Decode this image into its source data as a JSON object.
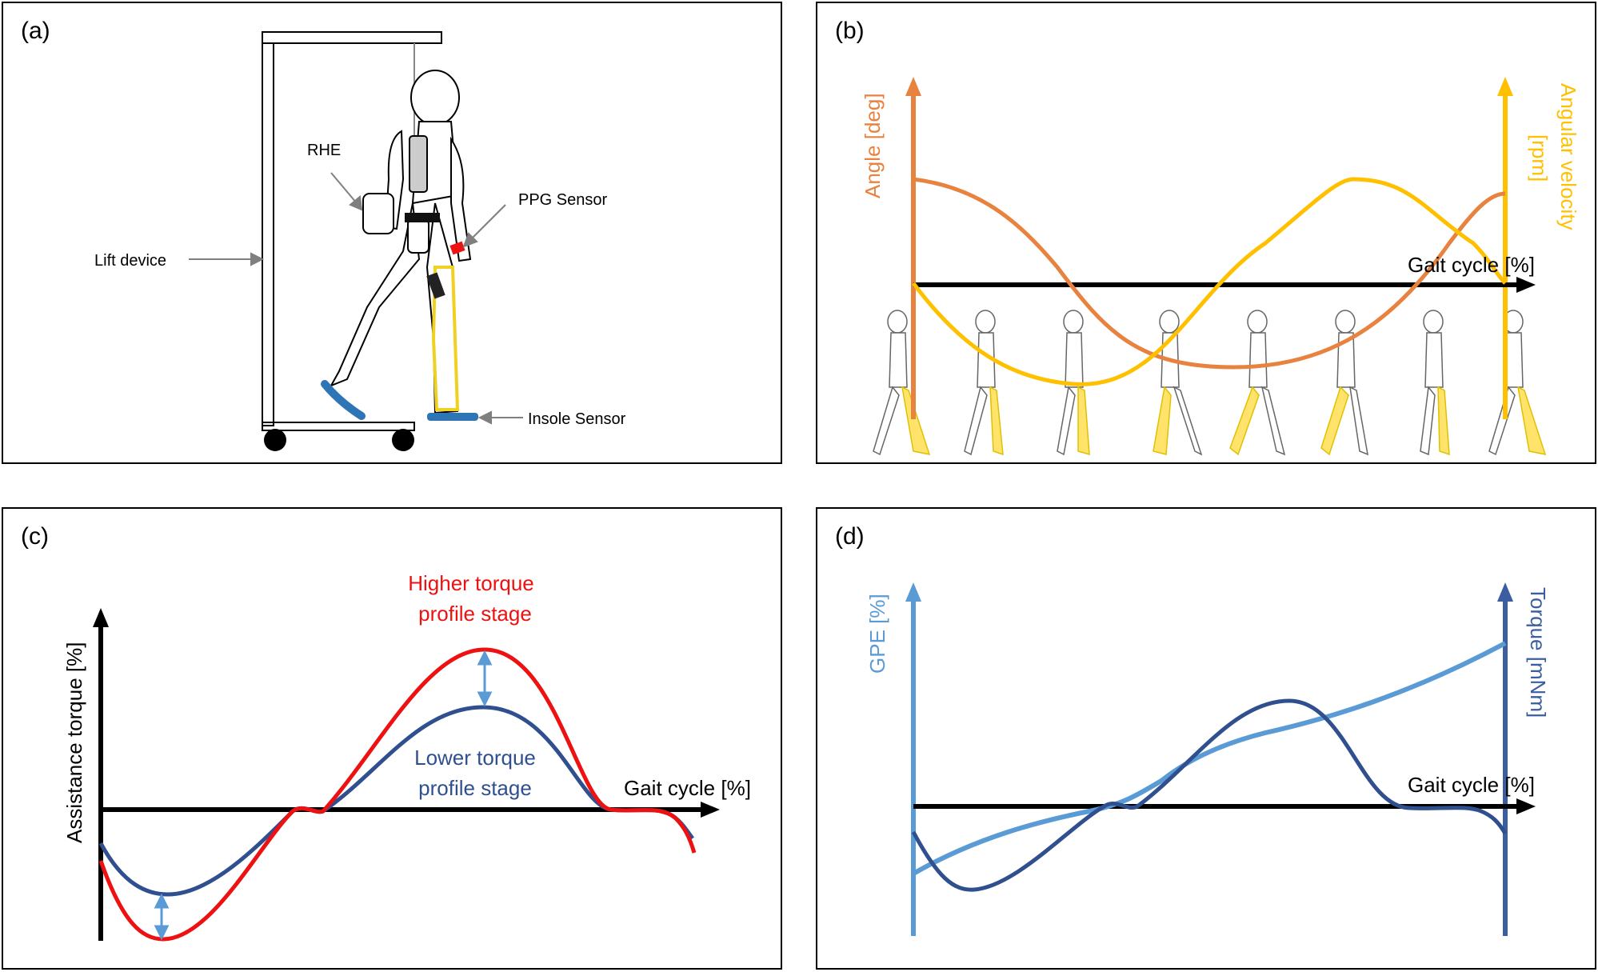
{
  "panels": {
    "a": {
      "label": "(a)",
      "callouts": {
        "rhe": "RHE",
        "ppg": "PPG Sensor",
        "lift": "Lift device",
        "insole": "Insole Sensor"
      }
    },
    "b": {
      "label": "(b)",
      "y_left": "Angle [deg]",
      "y_right_line1": "Angular velocity",
      "y_right_line2": "[rpm]",
      "x_axis": "Gait cycle [%]",
      "colors": {
        "angle": "#e8823f",
        "velocity": "#ffc000"
      }
    },
    "c": {
      "label": "(c)",
      "y_axis": "Assistance torque [%]",
      "x_axis": "Gait cycle [%]",
      "higher_line1": "Higher torque",
      "higher_line2": "profile stage",
      "lower_line1": "Lower torque",
      "lower_line2": "profile stage",
      "colors": {
        "higher": "#ee1111",
        "lower": "#2f4f8f",
        "arrow": "#5b9bd5"
      }
    },
    "d": {
      "label": "(d)",
      "y_left": "GPE [%]",
      "y_right": "Torque [mNm]",
      "x_axis": "Gait cycle [%]",
      "colors": {
        "gpe": "#5b9bd5",
        "torque": "#2f4f8f"
      }
    }
  }
}
